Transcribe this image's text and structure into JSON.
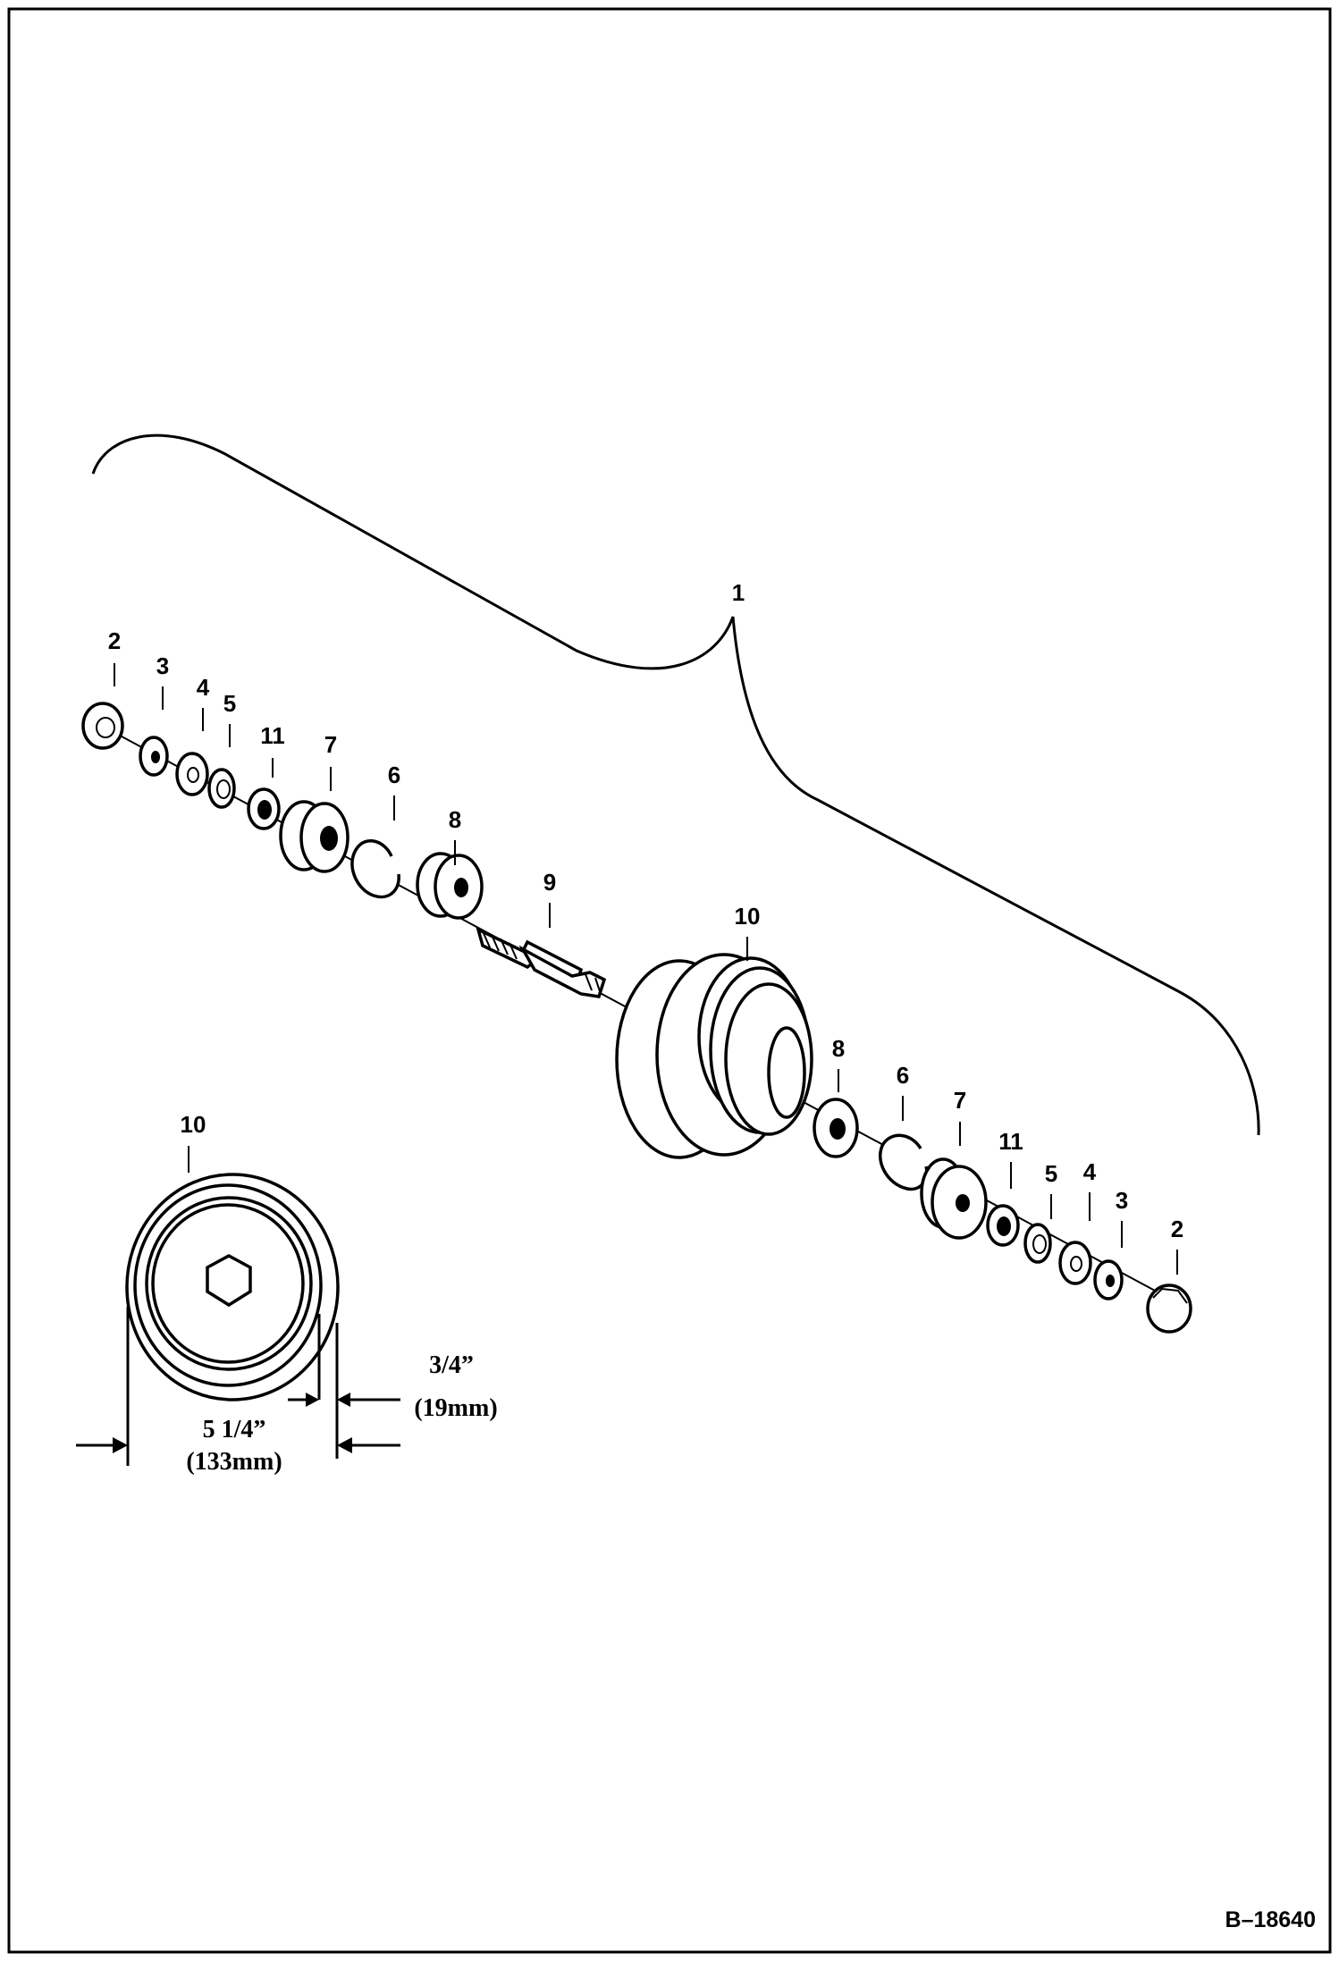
{
  "document": {
    "id": "B–18640"
  },
  "callouts": {
    "assembly": "1",
    "nut": "2",
    "washer_a": "3",
    "washer_b": "4",
    "washer_c": "5",
    "snap_ring": "6",
    "collar": "7",
    "bearing": "8",
    "shaft": "9",
    "roller": "10",
    "seal": "11"
  },
  "dimensions": {
    "roller_width": "5 1/4”",
    "roller_width_metric": "(133mm)",
    "flange_width": "3/4”",
    "flange_width_metric": "(19mm)"
  }
}
